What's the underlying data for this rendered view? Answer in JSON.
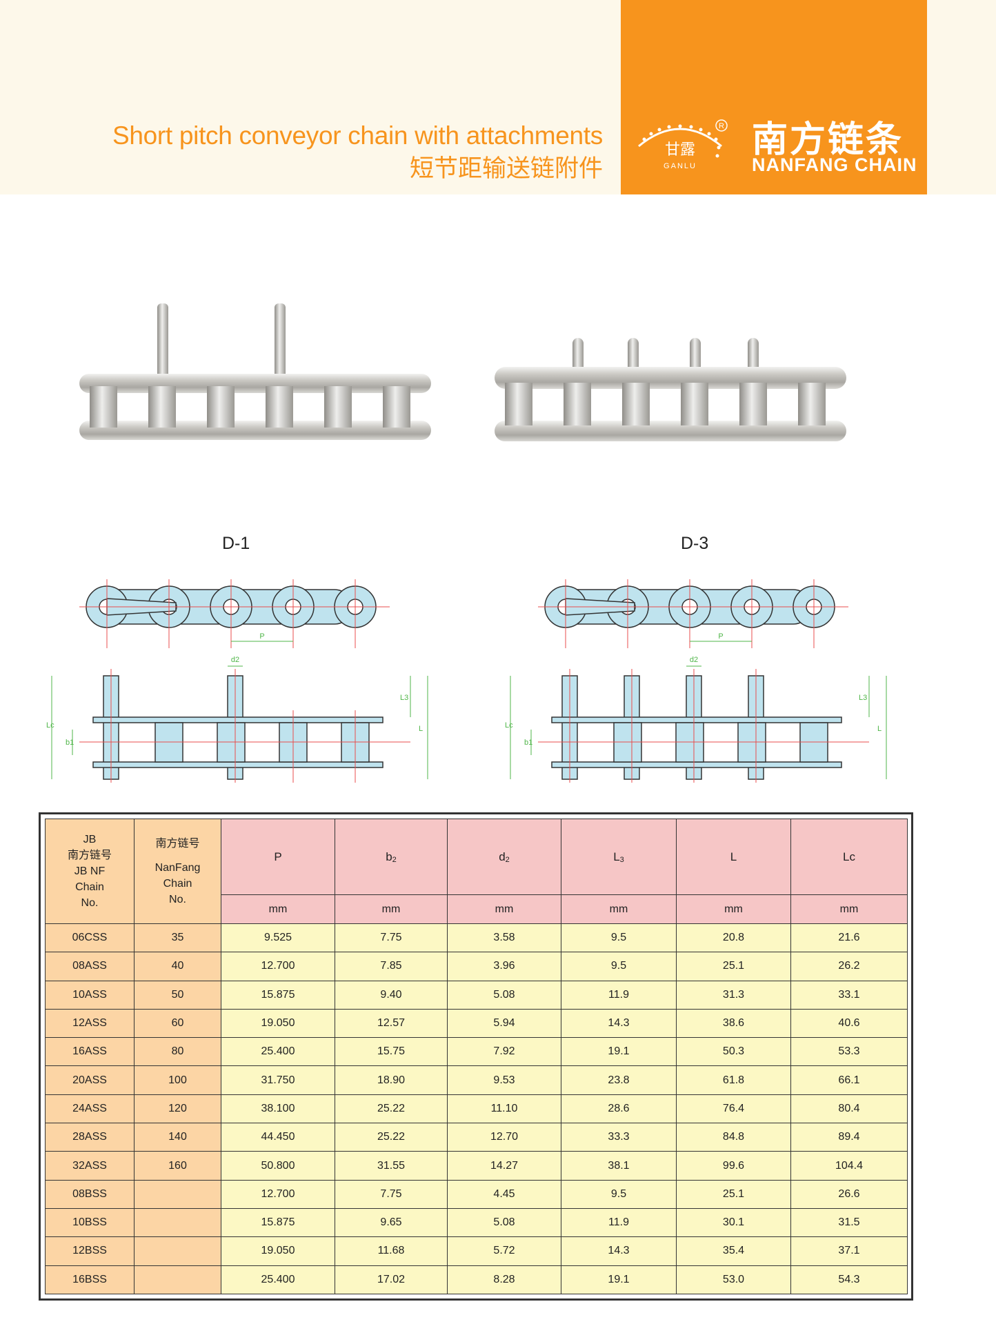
{
  "header": {
    "title_en": "Short pitch conveyor chain with attachments",
    "title_cn": "短节距输送链附件",
    "logo_cn": "甘露",
    "logo_en": "GANLU",
    "registered_mark": "R",
    "brand_cn": "南方链条",
    "brand_en": "NANFANG CHAIN"
  },
  "colors": {
    "accent": "#f7941d",
    "header_bg": "#fdf8ea",
    "table_orange": "#fcd5a5",
    "table_pink": "#f6c6c6",
    "table_yellow": "#fcf8c4",
    "drawing_fill": "#bfe3ee",
    "dimension_green": "#4fb548",
    "centerline_red": "#e84c4c"
  },
  "diagrams": {
    "d1_label": "D-1",
    "d3_label": "D-3",
    "dims": {
      "p": "P",
      "d2": "d2",
      "l3": "L3",
      "l": "L",
      "lc": "Lc",
      "b1": "b1"
    }
  },
  "table": {
    "header": {
      "col1": [
        "JB",
        "南方链号",
        "JB NF",
        "Chain",
        "No."
      ],
      "col2": [
        "南方链号",
        "NanFang",
        "Chain",
        "No."
      ],
      "params": [
        {
          "name": "P",
          "sub": "",
          "unit": "mm"
        },
        {
          "name": "b",
          "sub": "2",
          "unit": "mm"
        },
        {
          "name": "d",
          "sub": "2",
          "unit": "mm"
        },
        {
          "name": "L",
          "sub": "3",
          "unit": "mm"
        },
        {
          "name": "L",
          "sub": "",
          "unit": "mm"
        },
        {
          "name": "Lc",
          "sub": "",
          "unit": "mm"
        }
      ]
    },
    "rows": [
      [
        "06CSS",
        "35",
        "9.525",
        "7.75",
        "3.58",
        "9.5",
        "20.8",
        "21.6"
      ],
      [
        "08ASS",
        "40",
        "12.700",
        "7.85",
        "3.96",
        "9.5",
        "25.1",
        "26.2"
      ],
      [
        "10ASS",
        "50",
        "15.875",
        "9.40",
        "5.08",
        "11.9",
        "31.3",
        "33.1"
      ],
      [
        "12ASS",
        "60",
        "19.050",
        "12.57",
        "5.94",
        "14.3",
        "38.6",
        "40.6"
      ],
      [
        "16ASS",
        "80",
        "25.400",
        "15.75",
        "7.92",
        "19.1",
        "50.3",
        "53.3"
      ],
      [
        "20ASS",
        "100",
        "31.750",
        "18.90",
        "9.53",
        "23.8",
        "61.8",
        "66.1"
      ],
      [
        "24ASS",
        "120",
        "38.100",
        "25.22",
        "11.10",
        "28.6",
        "76.4",
        "80.4"
      ],
      [
        "28ASS",
        "140",
        "44.450",
        "25.22",
        "12.70",
        "33.3",
        "84.8",
        "89.4"
      ],
      [
        "32ASS",
        "160",
        "50.800",
        "31.55",
        "14.27",
        "38.1",
        "99.6",
        "104.4"
      ],
      [
        "08BSS",
        "",
        "12.700",
        "7.75",
        "4.45",
        "9.5",
        "25.1",
        "26.6"
      ],
      [
        "10BSS",
        "",
        "15.875",
        "9.65",
        "5.08",
        "11.9",
        "30.1",
        "31.5"
      ],
      [
        "12BSS",
        "",
        "19.050",
        "11.68",
        "5.72",
        "14.3",
        "35.4",
        "37.1"
      ],
      [
        "16BSS",
        "",
        "25.400",
        "17.02",
        "8.28",
        "19.1",
        "53.0",
        "54.3"
      ]
    ]
  }
}
